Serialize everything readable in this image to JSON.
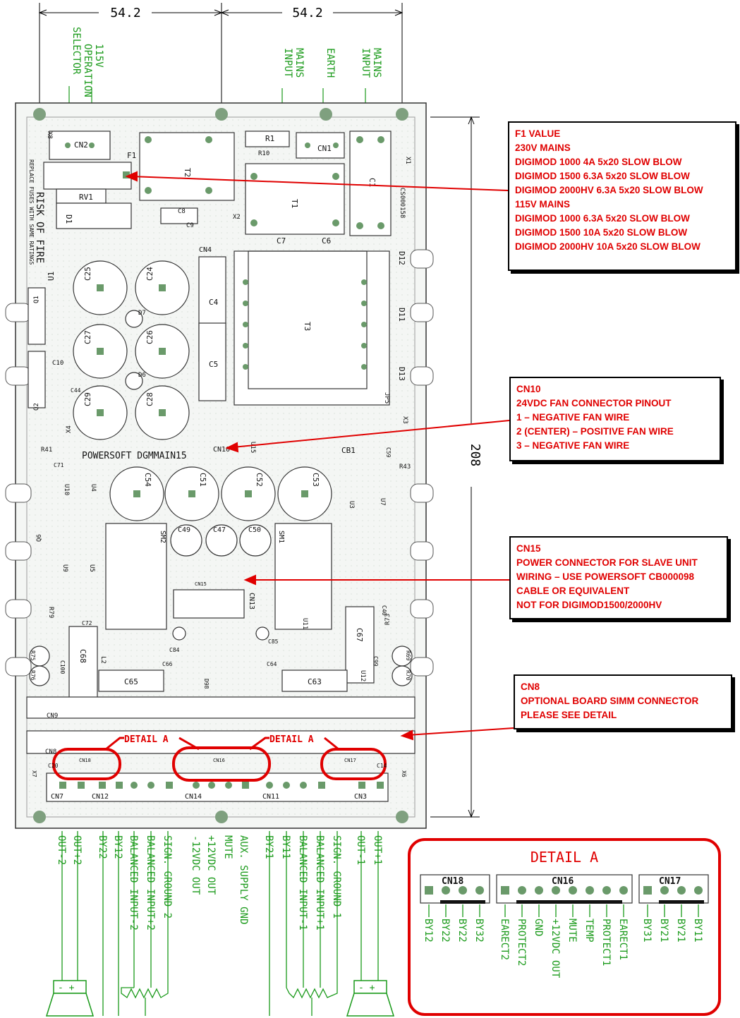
{
  "dimensions": {
    "top_left": "54.2",
    "top_right": "54.2",
    "height": "208"
  },
  "top_labels": {
    "sel1": "115V",
    "sel2": "OPERATION",
    "sel3": "SELECTOR",
    "mainsL1": "MAINS",
    "mainsL2": "INPUT",
    "earth": "EARTH",
    "mainsR1": "MAINS",
    "mainsR2": "INPUT"
  },
  "board": {
    "title": "POWERSOFT  DGMMAIN15",
    "risk": "RISK OF FIRE",
    "replace": "REPLACE FUSES WITH SAME RATINGS",
    "detail_a": "DETAIL A",
    "code": "CS000158"
  },
  "components": {
    "CN2": "CN2",
    "CN1": "CN1",
    "F1": "F1",
    "T2": "T2",
    "T1": "T1",
    "R1": "R1",
    "R10": "R10",
    "RV1": "RV1",
    "D1": "D1",
    "C8": "C8",
    "C9": "C9",
    "X2": "X2",
    "C7": "C7",
    "C6": "C6",
    "C1": "C1",
    "X1": "X1",
    "X8": "X8",
    "CN4": "CN4",
    "D12": "D12",
    "D11": "D11",
    "D13": "D13",
    "C25": "C25",
    "C24": "C24",
    "C27": "C27",
    "C26": "C26",
    "C29": "C29",
    "C28": "C28",
    "D7": "D7",
    "D6": "D6",
    "C4": "C4",
    "C5": "C5",
    "T3": "T3",
    "U1": "U1",
    "Q1": "Q1",
    "Q2": "Q2",
    "C10": "C10",
    "C44": "C44",
    "JP5": "JP5",
    "X3": "X3",
    "X4": "X4",
    "R41": "R41",
    "C71": "C71",
    "CN10": "CN10",
    "U15": "U15",
    "CB1": "CB1",
    "C59": "C59",
    "R43": "R43",
    "C54": "C54",
    "C51": "C51",
    "C52": "C52",
    "C53": "C53",
    "U10": "U10",
    "U4": "U4",
    "U3": "U3",
    "U7": "U7",
    "SM2": "SM2",
    "SM1": "SM1",
    "C49": "C49",
    "C47": "C47",
    "C50": "C50",
    "Q6": "Q6",
    "U9": "U9",
    "U5": "U5",
    "CN15": "CN15",
    "CN13": "CN13",
    "C40": "C40",
    "C72": "C72",
    "R79": "R79",
    "C68": "C68",
    "C67": "C67",
    "R73": "R73",
    "U11": "U11",
    "C84": "C84",
    "C85": "C85",
    "C66": "C66",
    "C64": "C64",
    "C65": "C65",
    "C63": "C63",
    "D98": "D98",
    "U12": "U12",
    "R75": "R75",
    "R76": "R76",
    "R69": "R69",
    "R70": "R70",
    "C100": "C100",
    "C99": "C99",
    "L2": "L2",
    "CN9": "CN9",
    "CN8": "CN8",
    "C20": "C20",
    "CN18": "CN18",
    "CN16": "CN16",
    "CN17": "CN17",
    "C14": "C14",
    "X7": "X7",
    "X6": "X6",
    "CN7": "CN7",
    "CN12": "CN12",
    "CN14": "CN14",
    "CN11": "CN11",
    "CN3": "CN3"
  },
  "bottom_labels": [
    "OUT-2",
    "OUT+2",
    "BY22",
    "BY12",
    "BALANCED INPUT-2",
    "BALANCED INPUT+2",
    "SIGN. GROUND 2",
    "-12VDC OUT",
    "+12VDC OUT",
    "MUTE",
    "AUX. SUPPLY GND",
    "BY21",
    "BY11",
    "BALANCED INPUT-1",
    "BALANCED INPUT+1",
    "SIGN. GROUND 1",
    "OUT-1",
    "OUT+1"
  ],
  "detail_box": {
    "title": "DETAIL A",
    "cn18": "CN18",
    "cn16": "CN16",
    "cn17": "CN17",
    "cn18_pins": [
      "BY12",
      "BY22",
      "BY22",
      "BY32"
    ],
    "cn16_pins": [
      "EARECT2",
      "PROTECT2",
      "GND",
      "+12VDC OUT",
      "MUTE",
      "TEMP",
      "PROTECT1",
      "EARECT1"
    ],
    "cn17_pins": [
      "BY31",
      "BY21",
      "BY21",
      "BY11"
    ]
  },
  "notes": {
    "f1": [
      "F1 VALUE",
      "230V MAINS",
      "DIGIMOD 1000 4A 5x20 SLOW BLOW",
      "DIGIMOD 1500 6.3A 5x20 SLOW BLOW",
      "DIGIMOD 2000HV 6.3A 5x20 SLOW BLOW",
      "115V MAINS",
      "DIGIMOD 1000 6.3A 5x20 SLOW BLOW",
      "DIGIMOD 1500 10A 5x20 SLOW BLOW",
      "DIGIMOD 2000HV 10A 5x20 SLOW BLOW"
    ],
    "cn10": [
      "CN10",
      "24VDC  FAN CONNECTOR PINOUT",
      "1 – NEGATIVE FAN WIRE",
      "2 (CENTER) – POSITIVE FAN WIRE",
      "3 – NEGATIVE FAN WIRE"
    ],
    "cn15": [
      "CN15",
      "POWER CONNECTOR FOR SLAVE UNIT",
      "WIRING – USE POWERSOFT CB000098",
      "CABLE OR EQUIVALENT",
      "NOT FOR DIGIMOD1500/2000HV"
    ],
    "cn8": [
      "CN8",
      "OPTIONAL BOARD SIMM CONNECTOR",
      "PLEASE SEE DETAIL"
    ]
  },
  "colors": {
    "dim": "#000000",
    "label_green": "#1a9a1a",
    "accent_red": "#e00000",
    "pcb": "#e6ebe6",
    "pad": "#6a9a6a"
  }
}
